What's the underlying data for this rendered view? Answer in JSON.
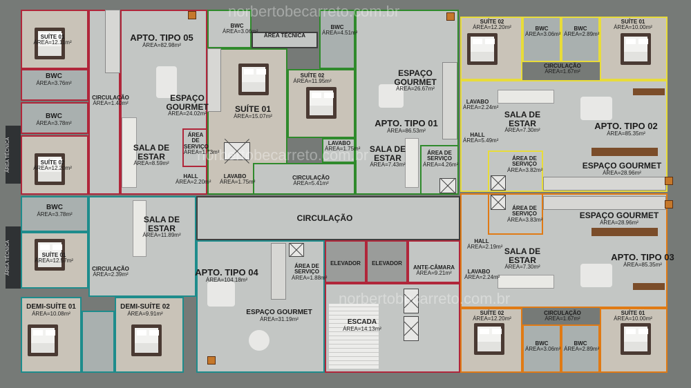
{
  "watermark": "norbertobecarreto.com.br",
  "side_labels": [
    "ÁREA TÉCNICA",
    "ÁREA TÉCNICA"
  ],
  "colors": {
    "tipo_05": "#b0263a",
    "tipo_01": "#2f8a2c",
    "tipo_04": "#1e8c8c",
    "tipo_02": "#e8dc3a",
    "tipo_03": "#e07a14",
    "core": "#b0263a"
  },
  "rooms": {
    "suite01_a": {
      "name": "SUÍTE 01",
      "area": "ÁREA=12.11m²"
    },
    "bwc_a": {
      "name": "BWC",
      "area": "ÁREA=3.76m²"
    },
    "bwc_b": {
      "name": "BWC",
      "area": "ÁREA=3.78m²"
    },
    "circ_a": {
      "name": "CIRCULAÇÃO",
      "area": "ÁREA=1.40m²"
    },
    "suite02_a": {
      "name": "SUÍTE 02",
      "area": "ÁREA=12.20m²"
    },
    "apto05": {
      "name": "APTO. TIPO 05",
      "area": "ÁREA=82.98m²"
    },
    "gourmet05": {
      "name": "ESPAÇO GOURMET",
      "area": "ÁREA=24.02m²"
    },
    "sala05": {
      "name": "SALA DE ESTAR",
      "area": "ÁREA=8.59m²"
    },
    "servico05": {
      "name": "ÁREA DE SERVIÇO",
      "area": "ÁREA=1.73m²"
    },
    "hall05": {
      "name": "HALL",
      "area": "ÁREA=2.20m²"
    },
    "bwc_c": {
      "name": "BWC",
      "area": "ÁREA=3.06m²"
    },
    "area_tecnica": {
      "name": "ÁREA TÉCNICA",
      "area": ""
    },
    "suite01_b": {
      "name": "SUÍTE 01",
      "area": "ÁREA=15.07m²"
    },
    "lavabo_a": {
      "name": "LAVABO",
      "area": "ÁREA=1.75m²"
    },
    "bwc_d": {
      "name": "BWC",
      "area": "ÁREA=4.51m²"
    },
    "suite02_b": {
      "name": "SUÍTE 02",
      "area": "ÁREA=11.95m²"
    },
    "lavabo_b": {
      "name": "LAVABO",
      "area": "ÁREA=1.75m²"
    },
    "circ_b": {
      "name": "CIRCULAÇÃO",
      "area": "ÁREA=5.41m²"
    },
    "gourmet01": {
      "name": "ESPAÇO GOURMET",
      "area": "ÁREA=26.67m²"
    },
    "apto01": {
      "name": "APTO. TIPO 01",
      "area": "ÁREA=86.53m²"
    },
    "sala01": {
      "name": "SALA DE ESTAR",
      "area": "ÁREA=7.43m²"
    },
    "servico01": {
      "name": "ÁREA DE SERVIÇO",
      "area": "ÁREA=4.26m²"
    },
    "suite02_c": {
      "name": "SUÍTE 02",
      "area": "ÁREA=12.20m²"
    },
    "bwc_e": {
      "name": "BWC",
      "area": "ÁREA=3.06m²"
    },
    "bwc_f": {
      "name": "BWC",
      "area": "ÁREA=2.89m²"
    },
    "suite01_c": {
      "name": "SUÍTE 01",
      "area": "ÁREA=10.00m²"
    },
    "circ_c": {
      "name": "CIRCULAÇÃO",
      "area": "ÁREA=1.67m²"
    },
    "lavabo_c": {
      "name": "LAVABO",
      "area": "ÁREA=2.24m²"
    },
    "sala02": {
      "name": "SALA DE ESTAR",
      "area": "ÁREA=7.30m²"
    },
    "hall02": {
      "name": "HALL",
      "area": "ÁREA=5.49m²"
    },
    "apto02": {
      "name": "APTO. TIPO 02",
      "area": "ÁREA=85.35m²"
    },
    "servico02": {
      "name": "ÁREA DE SERVIÇO",
      "area": "ÁREA=3.82m²"
    },
    "gourmet02": {
      "name": "ESPAÇO GOURMET",
      "area": "ÁREA=28.96m²"
    },
    "bwc_g": {
      "name": "BWC",
      "area": "ÁREA=3.78m²"
    },
    "sala04a": {
      "name": "SALA DE ESTAR",
      "area": "ÁREA=11.89m²"
    },
    "circ_main": {
      "name": "CIRCULAÇÃO",
      "area": ""
    },
    "suite01_d": {
      "name": "SUÍTE 01",
      "area": "ÁREA=12.57m²"
    },
    "circ_d": {
      "name": "CIRCULAÇÃO",
      "area": "ÁREA=2.39m²"
    },
    "apto04": {
      "name": "APTO. TIPO 04",
      "area": "ÁREA=104.18m²"
    },
    "servico04": {
      "name": "ÁREA DE SERVIÇO",
      "area": "ÁREA=1.88m²"
    },
    "demi01": {
      "name": "DEMI-SUÍTE 01",
      "area": "ÁREA=10.08m²"
    },
    "demi02": {
      "name": "DEMI-SUÍTE 02",
      "area": "ÁREA=9.91m²"
    },
    "gourmet04": {
      "name": "ESPAÇO GOURMET",
      "area": "ÁREA=31.19m²"
    },
    "elevador1": {
      "name": "ELEVADOR",
      "area": ""
    },
    "elevador2": {
      "name": "ELEVADOR",
      "area": ""
    },
    "antecamara": {
      "name": "ANTE-CÂMARA",
      "area": "ÁREA=9.21m²"
    },
    "escada": {
      "name": "ESCADA",
      "area": "ÁREA=14.13m²"
    },
    "servico03": {
      "name": "ÁREA DE SERVIÇO",
      "area": "ÁREA=3.83m²"
    },
    "gourmet03": {
      "name": "ESPAÇO GOURMET",
      "area": "ÁREA=28.96m²"
    },
    "hall03": {
      "name": "HALL",
      "area": "ÁREA=2.19m²"
    },
    "sala03": {
      "name": "SALA DE ESTAR",
      "area": "ÁREA=7.30m²"
    },
    "apto03": {
      "name": "APTO. TIPO 03",
      "area": "ÁREA=85.35m²"
    },
    "lavabo_d": {
      "name": "LAVABO",
      "area": "ÁREA=2.24m²"
    },
    "suite02_d": {
      "name": "SUÍTE 02",
      "area": "ÁREA=12.20m²"
    },
    "circ_e": {
      "name": "CIRCULAÇÃO",
      "area": "ÁREA=1.67m²"
    },
    "suite01_e": {
      "name": "SUÍTE 01",
      "area": "ÁREA=10.00m²"
    },
    "bwc_h": {
      "name": "BWC",
      "area": "ÁREA=3.06m²"
    },
    "bwc_i": {
      "name": "BWC",
      "area": "ÁREA=2.89m²"
    }
  }
}
